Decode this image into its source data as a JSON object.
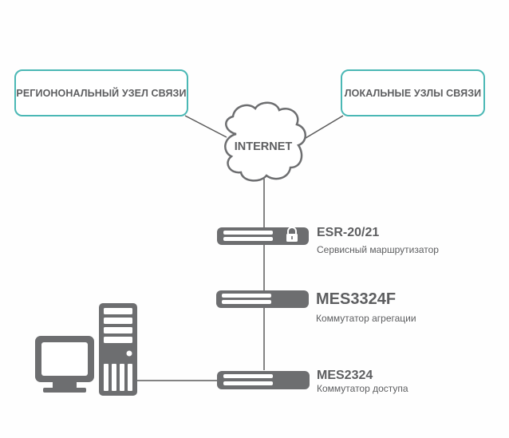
{
  "nodes": {
    "regional": {
      "label": "РЕГИОНОНАЛЬНЫЙ УЗЕЛ СВЯЗИ"
    },
    "local": {
      "label": "ЛОКАЛЬНЫЕ УЗЛЫ СВЯЗИ"
    },
    "internet": {
      "label": "INTERNET",
      "icon": "cloud-icon"
    }
  },
  "devices": {
    "esr": {
      "name": "ESR-20/21",
      "description": "Сервисный маршрутизатор",
      "icon": "router-icon",
      "badge_icon": "lock-icon"
    },
    "mes3324f": {
      "name": "MES3324F",
      "description": "Коммутатор агрегации",
      "icon": "switch-icon"
    },
    "mes2324": {
      "name": "MES2324",
      "description": "Коммутатор доступа",
      "icon": "switch-icon"
    },
    "pc": {
      "icon": "desktop-computer-icon"
    }
  },
  "colors": {
    "accent": "#4bb8b5",
    "device": "#6d6e70",
    "text": "#5d5e60",
    "line": "#5a5a5a"
  }
}
